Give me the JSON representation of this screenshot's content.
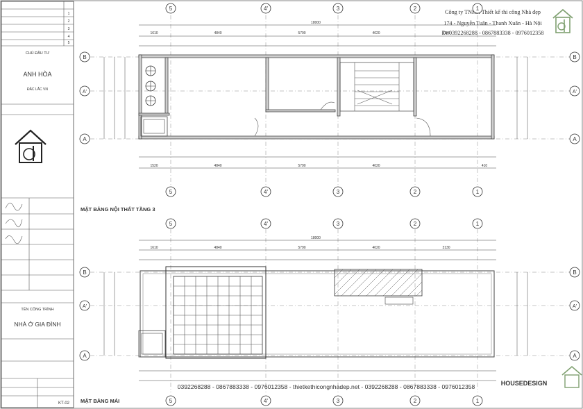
{
  "title_block": {
    "owner_label": "CHỦ ĐẦU TƯ",
    "owner_name": "ANH HÒA",
    "owner_addr": "ĐẮC LẮC VN",
    "project_label": "TÊN CÔNG TRÌNH",
    "project_name": "NHÀ Ở GIA ĐÌNH",
    "drawing_code": "KT-02",
    "rev_rows": [
      "1",
      "2",
      "3",
      "4",
      "5"
    ]
  },
  "company": {
    "line1": "Công ty TNHH Thiết kế thi công Nhà đẹp",
    "line2": "174 - Nguyễn Tuân - Thanh Xuân - Hà Nội",
    "line3": "Đt:0392268288 - 0867883338 - 0976012358"
  },
  "plans": {
    "floor3_title": "MẶT BẰNG NỘI THẤT TẦNG 3",
    "roof_title": "MẶT BẰNG MÁI"
  },
  "axes": {
    "cols": [
      "5",
      "4'",
      "3",
      "2",
      "1"
    ],
    "rows": [
      "B",
      "A'",
      "A"
    ]
  },
  "dims_top": [
    "1610",
    "4840",
    "5790",
    "4020",
    "3130"
  ],
  "dims_total": "18000",
  "dims_bottom": [
    "1520",
    "4840",
    "5790",
    "4020",
    "410"
  ],
  "footer_strip": "0392268288 - 0867883338 - 0976012358 - thietkethicongnhadep.net - 0392268288 - 0867883338 - 0976012358",
  "watermark": "HOUSEDESIGN"
}
